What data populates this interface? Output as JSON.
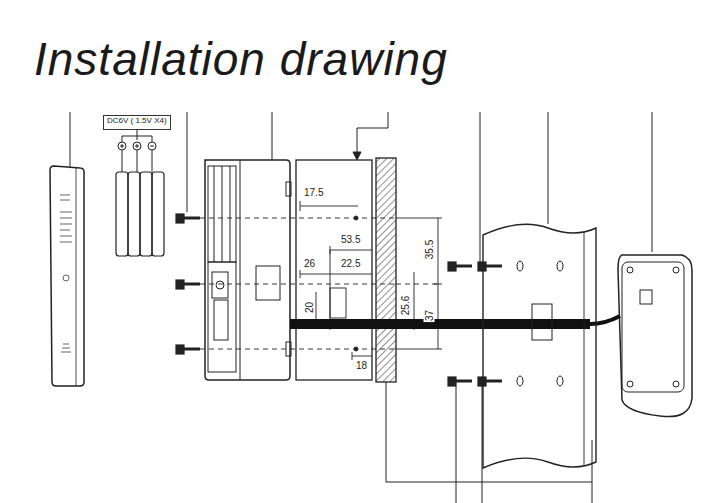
{
  "diagram": {
    "title": "Installation drawing",
    "nodes": [
      {
        "text": [
          "DC6V ( 1.5V X4)"
        ]
      }
    ],
    "labels": [
      "17.5",
      "53.5",
      "26",
      "22.5",
      "35.5",
      "20",
      "25.6",
      "37",
      "18"
    ]
  }
}
